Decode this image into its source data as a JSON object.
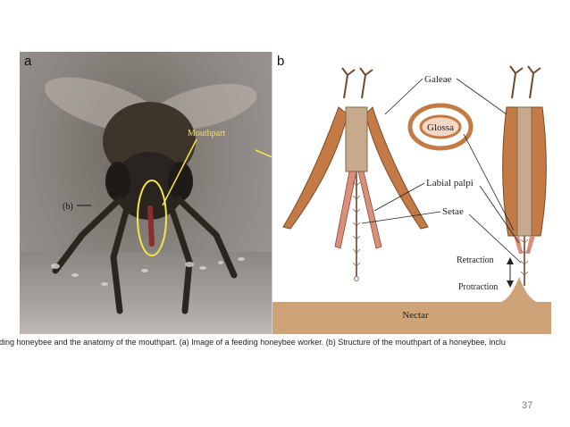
{
  "figure": {
    "panel_a": {
      "letter": "a",
      "mouthpart_label": "Mouthpart",
      "b_marker": "(b)"
    },
    "panel_b": {
      "letter": "b",
      "labels": {
        "galeae": "Galeae",
        "glossa": "Glossa",
        "labial_palpi": "Labial palpi",
        "setae": "Setae",
        "retraction": "Retraction",
        "protraction": "Protraction",
        "nectar": "Nectar"
      }
    }
  },
  "caption": "eding honeybee and the anatomy of the mouthpart. (a) Image of a feeding honeybee worker. (b) Structure of the mouthpart of a honeybee, inclu",
  "page_number": "37",
  "colors": {
    "annotation_yellow": "#f4e54a",
    "galea_brown": "#c47a45",
    "glossa_tan": "#c7a98c",
    "nectar": "#cfa378",
    "palpi_pink": "#d98f7a"
  }
}
